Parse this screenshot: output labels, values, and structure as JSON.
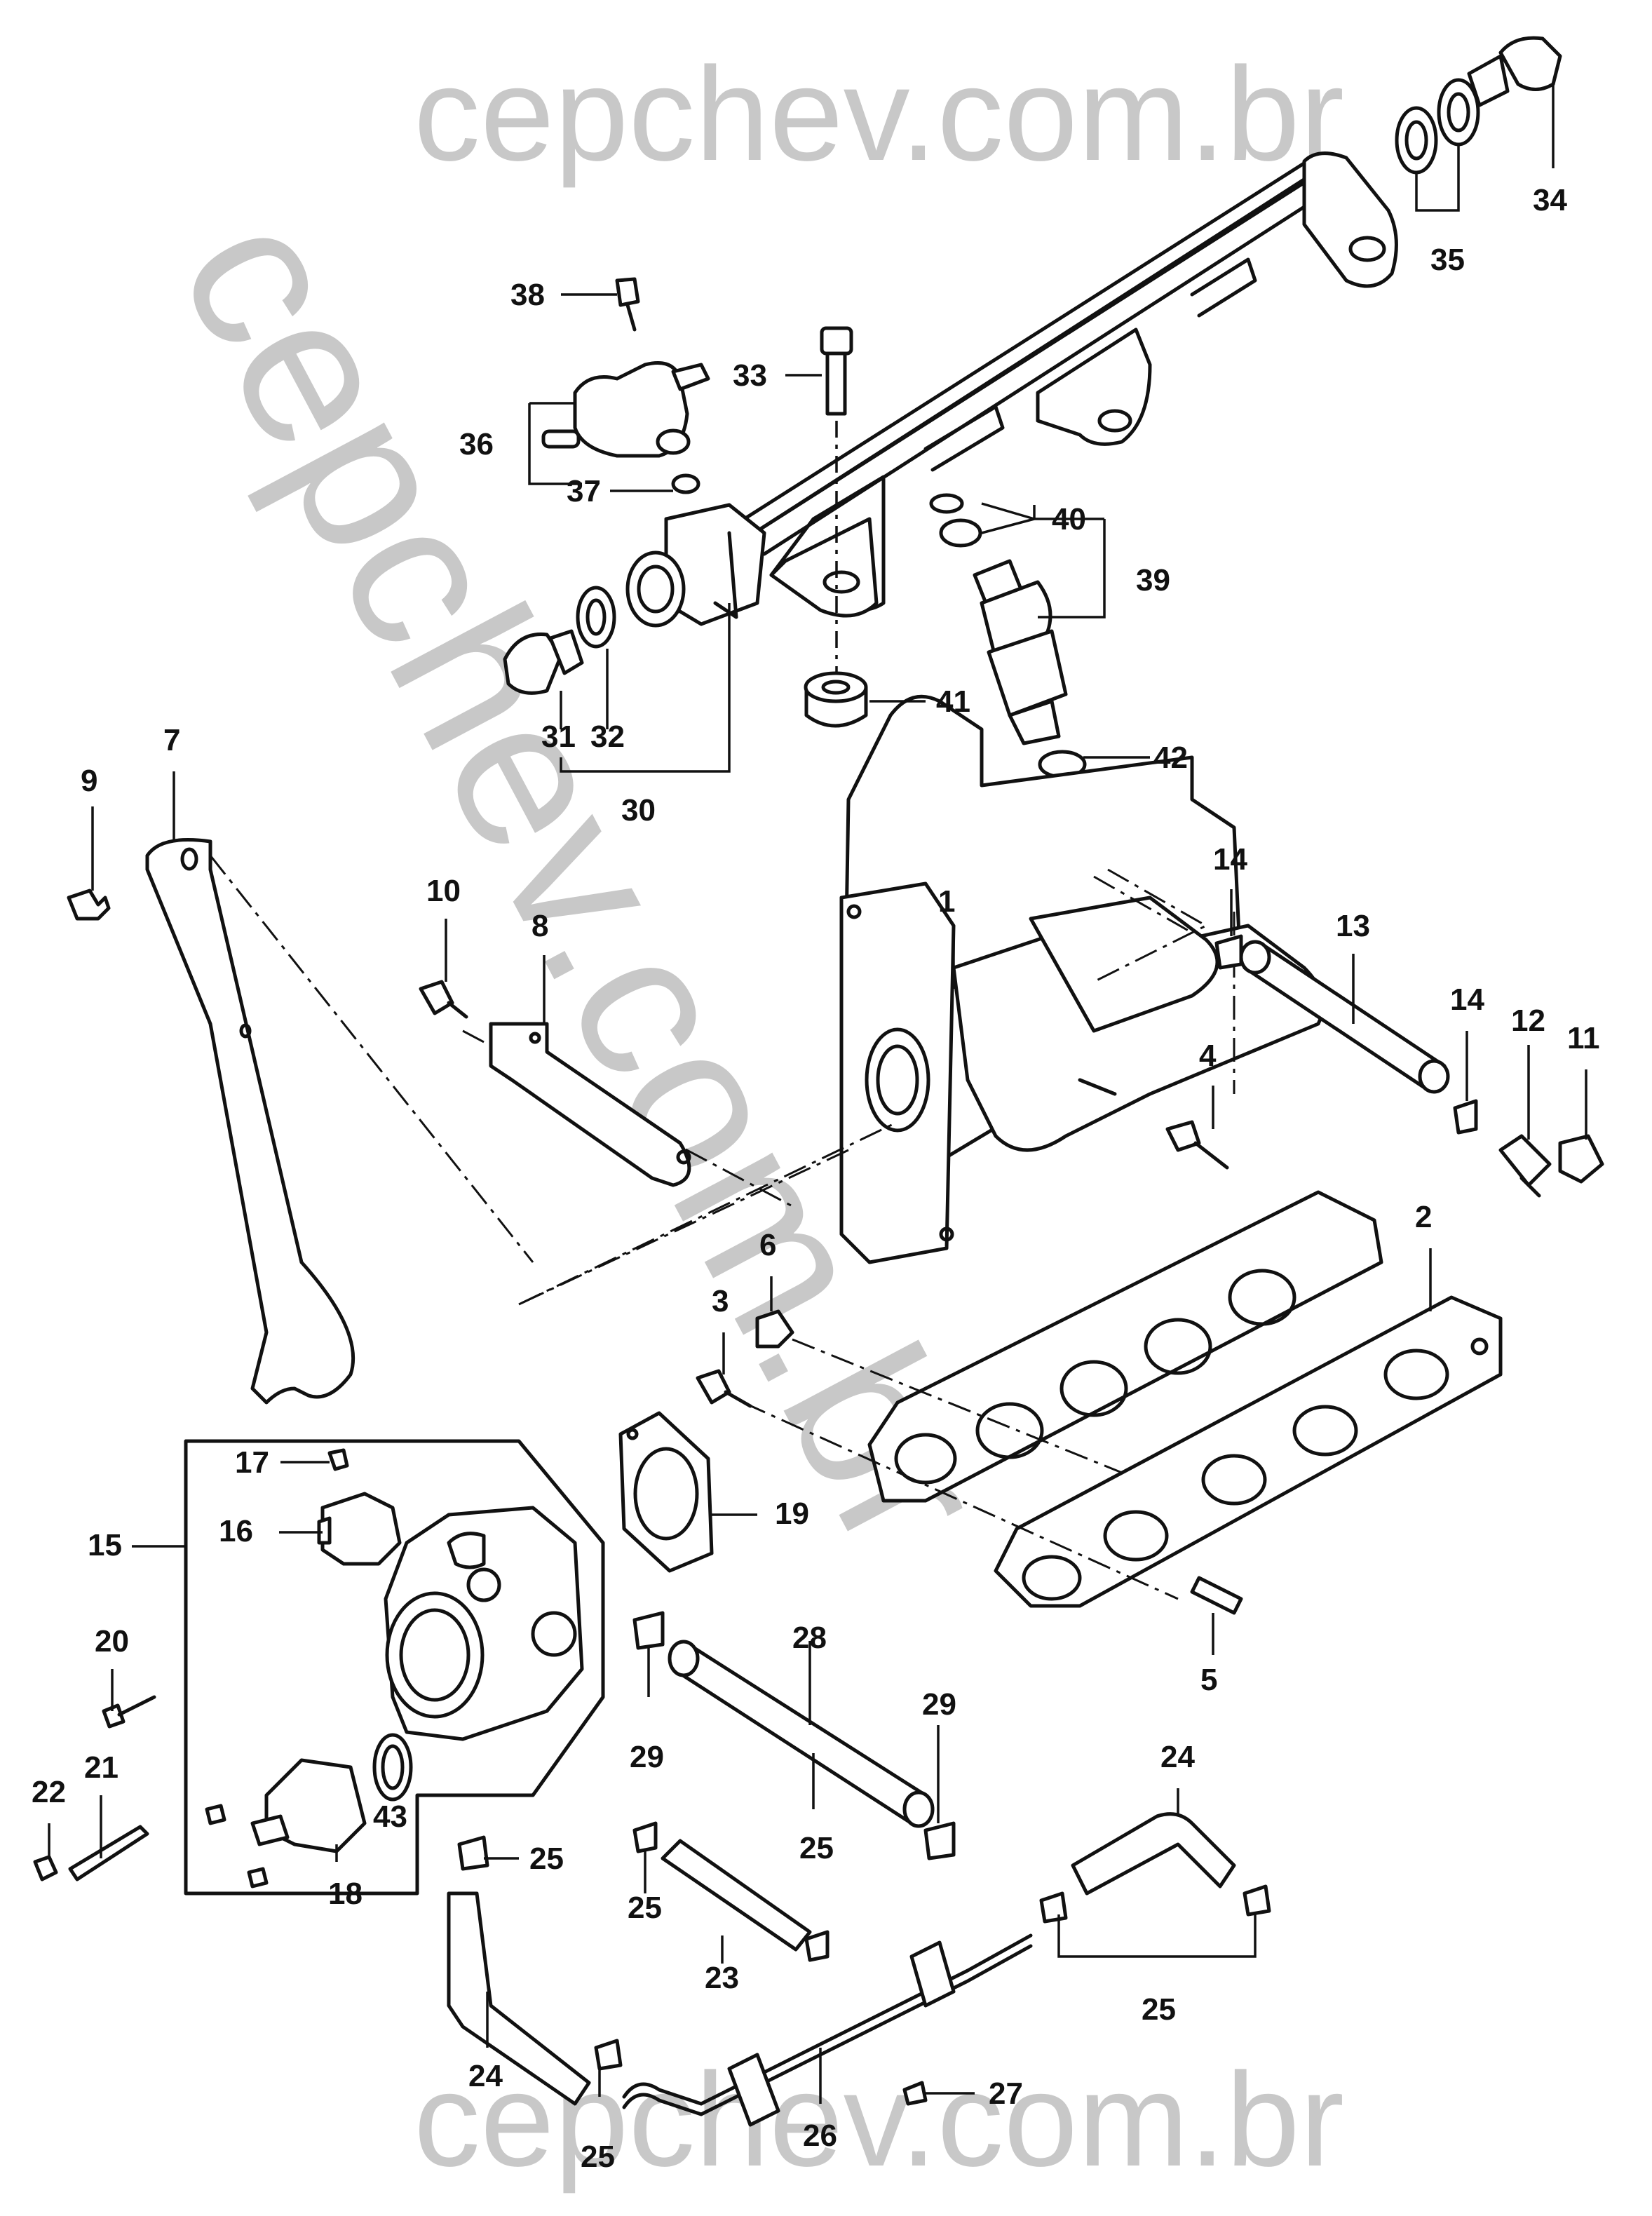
{
  "watermark": {
    "top": "cepchev.com.br",
    "diagonal": "cepchev.com.br",
    "bottom": "cepchev.com.br"
  },
  "callouts": [
    {
      "id": "1",
      "text": "1"
    },
    {
      "id": "2",
      "text": "2"
    },
    {
      "id": "3",
      "text": "3"
    },
    {
      "id": "4",
      "text": "4"
    },
    {
      "id": "5",
      "text": "5"
    },
    {
      "id": "6",
      "text": "6"
    },
    {
      "id": "7",
      "text": "7"
    },
    {
      "id": "8",
      "text": "8"
    },
    {
      "id": "9",
      "text": "9"
    },
    {
      "id": "10",
      "text": "10"
    },
    {
      "id": "11",
      "text": "11"
    },
    {
      "id": "12",
      "text": "12"
    },
    {
      "id": "13",
      "text": "13"
    },
    {
      "id": "14a",
      "text": "14"
    },
    {
      "id": "14b",
      "text": "14"
    },
    {
      "id": "15",
      "text": "15"
    },
    {
      "id": "16",
      "text": "16"
    },
    {
      "id": "17",
      "text": "17"
    },
    {
      "id": "18",
      "text": "18"
    },
    {
      "id": "19",
      "text": "19"
    },
    {
      "id": "20",
      "text": "20"
    },
    {
      "id": "21",
      "text": "21"
    },
    {
      "id": "22",
      "text": "22"
    },
    {
      "id": "23",
      "text": "23"
    },
    {
      "id": "24a",
      "text": "24"
    },
    {
      "id": "24b",
      "text": "24"
    },
    {
      "id": "25a",
      "text": "25"
    },
    {
      "id": "25b",
      "text": "25"
    },
    {
      "id": "25c",
      "text": "25"
    },
    {
      "id": "25d",
      "text": "25"
    },
    {
      "id": "25e",
      "text": "25"
    },
    {
      "id": "26",
      "text": "26"
    },
    {
      "id": "27",
      "text": "27"
    },
    {
      "id": "28",
      "text": "28"
    },
    {
      "id": "29a",
      "text": "29"
    },
    {
      "id": "29b",
      "text": "29"
    },
    {
      "id": "30",
      "text": "30"
    },
    {
      "id": "31",
      "text": "31"
    },
    {
      "id": "32",
      "text": "32"
    },
    {
      "id": "33",
      "text": "33"
    },
    {
      "id": "34",
      "text": "34"
    },
    {
      "id": "35",
      "text": "35"
    },
    {
      "id": "36",
      "text": "36"
    },
    {
      "id": "37",
      "text": "37"
    },
    {
      "id": "38",
      "text": "38"
    },
    {
      "id": "39",
      "text": "39"
    },
    {
      "id": "40",
      "text": "40"
    },
    {
      "id": "41",
      "text": "41"
    },
    {
      "id": "42",
      "text": "42"
    },
    {
      "id": "43",
      "text": "43"
    }
  ]
}
